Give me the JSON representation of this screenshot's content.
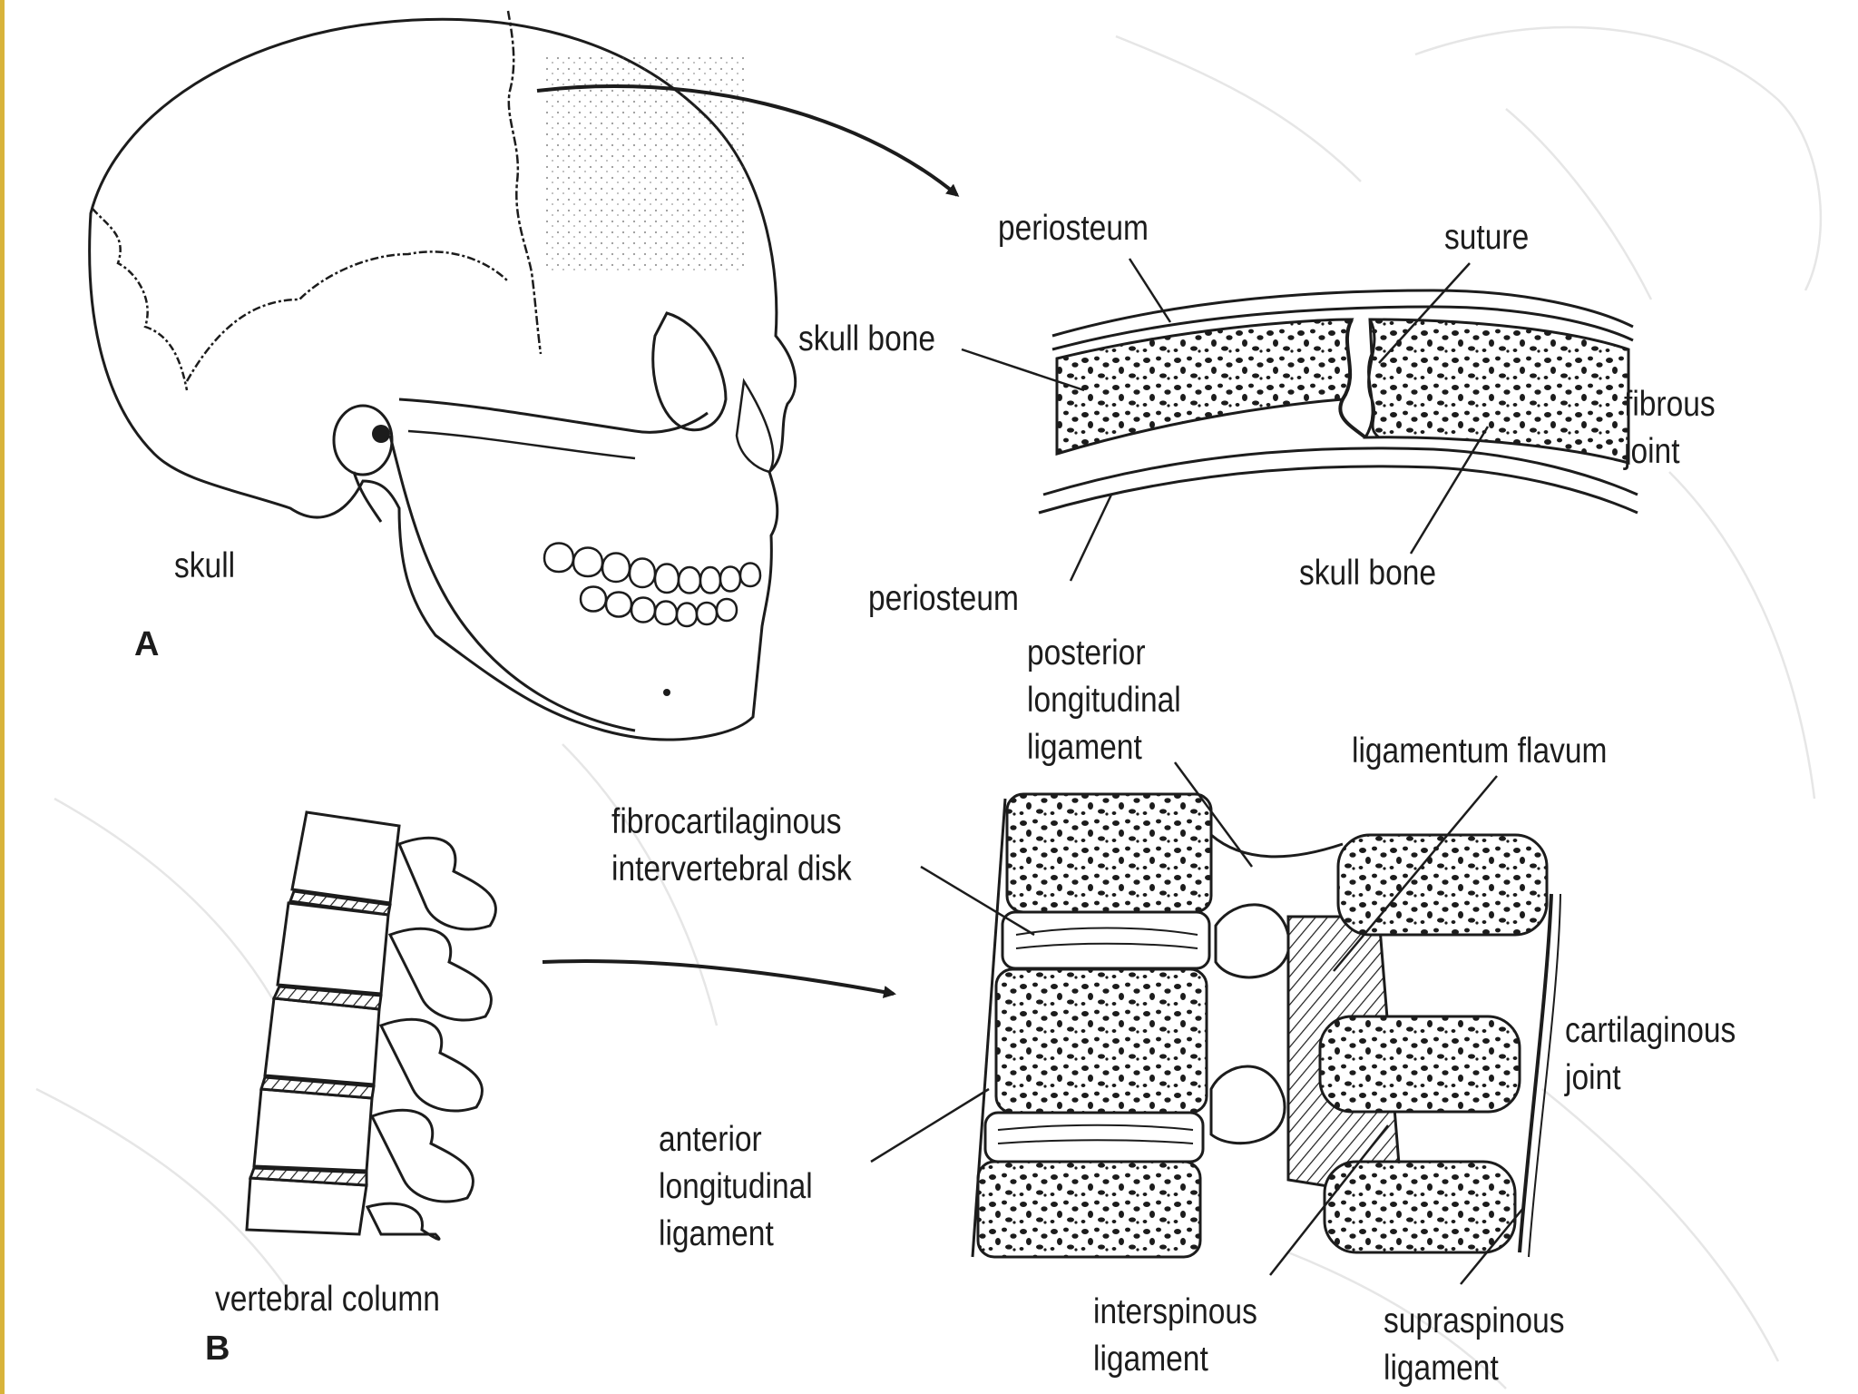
{
  "figure": {
    "panel_a": {
      "letter": "A",
      "skull_label": "skull",
      "detail_labels": {
        "periosteum_top": "periosteum",
        "suture": "suture",
        "skull_bone_left": "skull bone",
        "fibrous_joint": [
          "fibrous",
          "joint"
        ],
        "skull_bone_bottom": "skull bone",
        "periosteum_bottom": "periosteum"
      }
    },
    "panel_b": {
      "letter": "B",
      "column_label": "vertebral column",
      "detail_labels": {
        "posterior_longitudinal_ligament": [
          "posterior",
          "longitudinal",
          "ligament"
        ],
        "ligamentum_flavum": "ligamentum flavum",
        "intervertebral_disk": [
          "fibrocartilaginous",
          "intervertebral disk"
        ],
        "cartilaginous_joint": [
          "cartilaginous",
          "joint"
        ],
        "anterior_longitudinal_ligament": [
          "anterior",
          "longitudinal",
          "ligament"
        ],
        "interspinous_ligament": [
          "interspinous",
          "ligament"
        ],
        "supraspinous_ligament": [
          "supraspinous",
          "ligament"
        ]
      }
    },
    "colors": {
      "ink": "#1c1c1c",
      "paper": "#ffffff",
      "page_edge": "#d8b33a",
      "bleed_through": "#e6e6e6"
    }
  }
}
